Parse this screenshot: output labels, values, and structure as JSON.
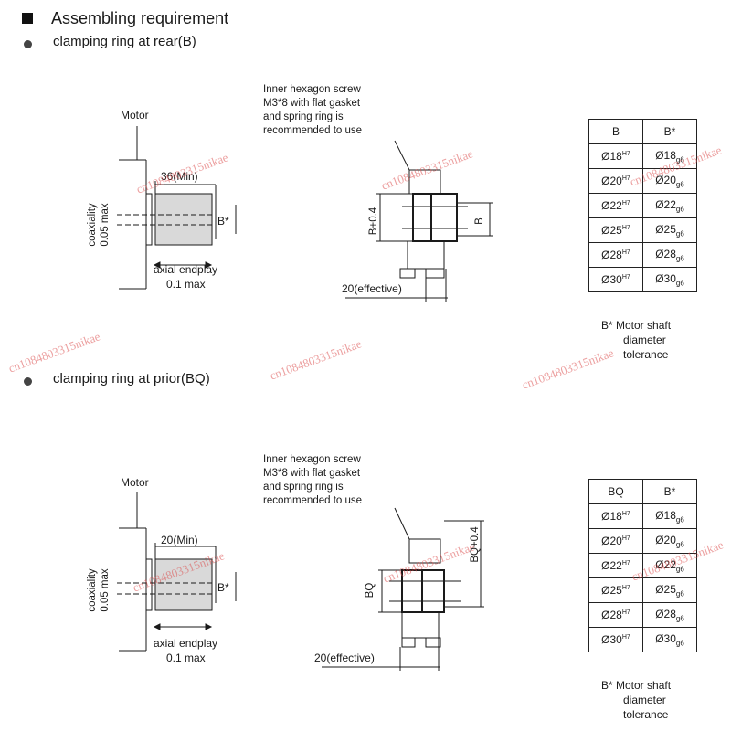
{
  "title": "Assembling requirement",
  "sections": [
    {
      "heading": "clamping ring at rear(B)",
      "motor_label": "Motor",
      "dim_length": "36(Min)",
      "bore_label": "B*",
      "coaxiality_label": "coaxiality",
      "coaxiality_value": "0.05 max",
      "endplay_label": "axial endplay",
      "endplay_value": "0.1 max",
      "screw_note": [
        "Inner hexagon screw",
        "M3*8 with flat gasket",
        "and spring ring is",
        "recommended to use"
      ],
      "ring_dim_left": "B+0.4",
      "ring_dim_right": "B",
      "effective_label": "20(effective)",
      "table": {
        "headers": [
          "B",
          "B*"
        ],
        "rows": [
          {
            "a": "Ø18",
            "a_sup": "H7",
            "b": "Ø18",
            "b_sub": "g6"
          },
          {
            "a": "Ø20",
            "a_sup": "H7",
            "b": "Ø20",
            "b_sub": "g6"
          },
          {
            "a": "Ø22",
            "a_sup": "H7",
            "b": "Ø22",
            "b_sub": "g6"
          },
          {
            "a": "Ø25",
            "a_sup": "H7",
            "b": "Ø25",
            "b_sub": "g6"
          },
          {
            "a": "Ø28",
            "a_sup": "H7",
            "b": "Ø28",
            "b_sub": "g6"
          },
          {
            "a": "Ø30",
            "a_sup": "H7",
            "b": "Ø30",
            "b_sub": "g6"
          }
        ]
      },
      "footnote": [
        "B*  Motor shaft",
        "diameter",
        "tolerance"
      ]
    },
    {
      "heading": "clamping ring at prior(BQ)",
      "motor_label": "Motor",
      "dim_length": "20(Min)",
      "bore_label": "B*",
      "coaxiality_label": "coaxiality",
      "coaxiality_value": "0.05 max",
      "endplay_label": "axial endplay",
      "endplay_value": "0.1 max",
      "screw_note": [
        "Inner hexagon screw",
        "M3*8 with flat gasket",
        "and spring ring is",
        "recommended to use"
      ],
      "ring_dim_left": "BQ",
      "ring_dim_right": "BQ+0.4",
      "effective_label": "20(effective)",
      "table": {
        "headers": [
          "BQ",
          "B*"
        ],
        "rows": [
          {
            "a": "Ø18",
            "a_sup": "H7",
            "b": "Ø18",
            "b_sub": "g6"
          },
          {
            "a": "Ø20",
            "a_sup": "H7",
            "b": "Ø20",
            "b_sub": "g6"
          },
          {
            "a": "Ø22",
            "a_sup": "H7",
            "b": "Ø22",
            "b_sub": "g6"
          },
          {
            "a": "Ø25",
            "a_sup": "H7",
            "b": "Ø25",
            "b_sub": "g6"
          },
          {
            "a": "Ø28",
            "a_sup": "H7",
            "b": "Ø28",
            "b_sub": "g6"
          },
          {
            "a": "Ø30",
            "a_sup": "H7",
            "b": "Ø30",
            "b_sub": "g6"
          }
        ]
      },
      "footnote": [
        "B*  Motor shaft",
        "diameter",
        "tolerance"
      ]
    }
  ],
  "watermark": "cn1084803315nikae",
  "colors": {
    "ink": "#1a1a1a",
    "shaft_fill": "#d9d9d9",
    "watermark": "#dc5050"
  }
}
